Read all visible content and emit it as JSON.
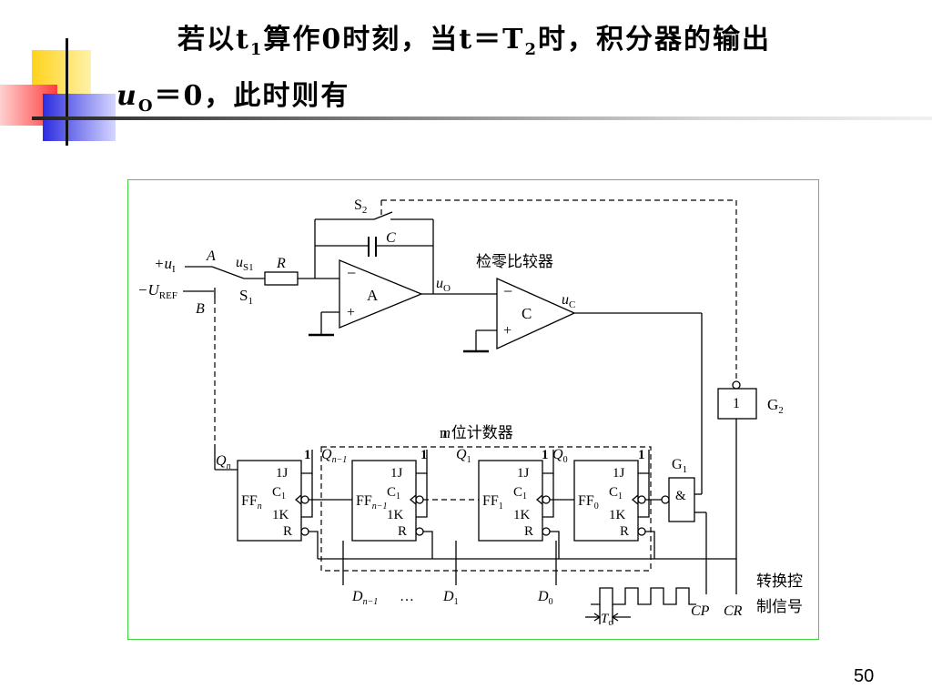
{
  "heading": {
    "line1_prefix": "若以t",
    "line1_sub1": "1",
    "line1_mid": "算作0时刻，当t＝T",
    "line1_sub2": "2",
    "line1_suffix": "时，积分器的输出",
    "line2_var": "u",
    "line2_sub": "O",
    "line2_suffix": "＝0，此时则有"
  },
  "diagram": {
    "switch1_label": "S",
    "switch1_sub": "1",
    "switch2_label": "S",
    "switch2_sub": "2",
    "input_plus": "+u",
    "input_plus_sub": "I",
    "input_ref": "−U",
    "input_ref_sub": "REF",
    "node_a": "A",
    "node_b": "B",
    "us1": "u",
    "us1_sub": "S1",
    "resistor": "R",
    "capacitor": "C",
    "integrator": "A",
    "uo": "u",
    "uo_sub": "O",
    "comparator_title": "检零比较器",
    "comparator": "C",
    "uc": "u",
    "uc_sub": "C",
    "minus": "−",
    "plus": "+",
    "g2_symbol": "1",
    "g2_label": "G",
    "g2_sub": "2",
    "g1_label": "G",
    "g1_sub": "1",
    "g1_symbol": "&",
    "counter_title": "n 位计数器",
    "ff_labels": [
      "FF",
      "FF",
      "FF",
      "FF"
    ],
    "ff_subs": [
      "n",
      "n−1",
      "1",
      "0"
    ],
    "q_labels": [
      "Q",
      "Q",
      "Q",
      "Q"
    ],
    "q_subs": [
      "n",
      "n−1",
      "1",
      "0"
    ],
    "one_labels": [
      "1",
      "1",
      "1",
      "1"
    ],
    "pin_j": "1J",
    "pin_c": "C",
    "pin_c_sub": "1",
    "pin_k": "1K",
    "pin_r": "R",
    "d_labels": [
      "D",
      "D",
      "D"
    ],
    "d_subs": [
      "n−1",
      "1",
      "0"
    ],
    "ellipsis": "…",
    "tc": "T",
    "tc_sub": "c",
    "cp": "CP",
    "cr": "CR",
    "control_line1": "转换控",
    "control_line2": "制信号"
  },
  "page_number": "50",
  "colors": {
    "frame": "#3fd53f",
    "deco_yellow": "#ffe14d",
    "deco_red": "#ff4a4a",
    "deco_blue": "#3a3ae0"
  }
}
